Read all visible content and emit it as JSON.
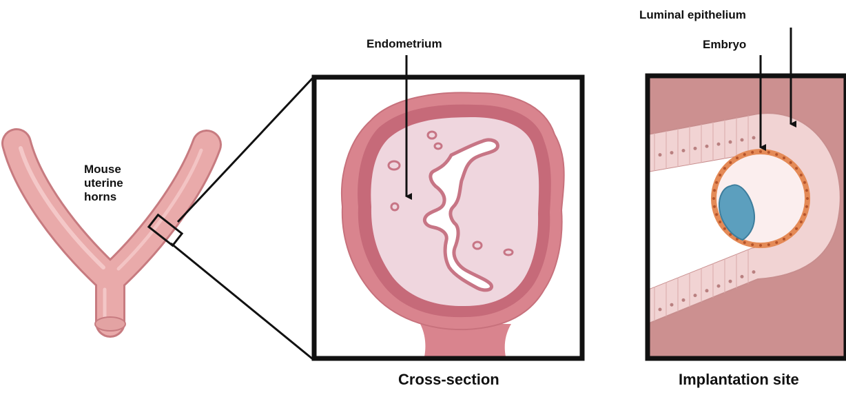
{
  "figure": {
    "horns_label_line1": "Mouse",
    "horns_label_line2": "uterine",
    "horns_label_line3": "horns",
    "endometrium_label": "Endometrium",
    "cross_section_caption": "Cross-section",
    "luminal_epithelium_label": "Luminal epithelium",
    "embryo_label": "Embryo",
    "implantation_caption": "Implantation site"
  },
  "colors": {
    "horn_fill": "#e9aaaa",
    "horn_outline": "#c77b80",
    "serosa": "#d9848e",
    "myometrium": "#c66a79",
    "stroma": "#efd6de",
    "lumen_outline": "#c77585",
    "tissue_background": "#cc9090",
    "epithelium": "#f1d3d3",
    "embryo_shell": "#e48a57",
    "inner_cell_mass": "#5c9fbe",
    "frame": "#111111"
  }
}
